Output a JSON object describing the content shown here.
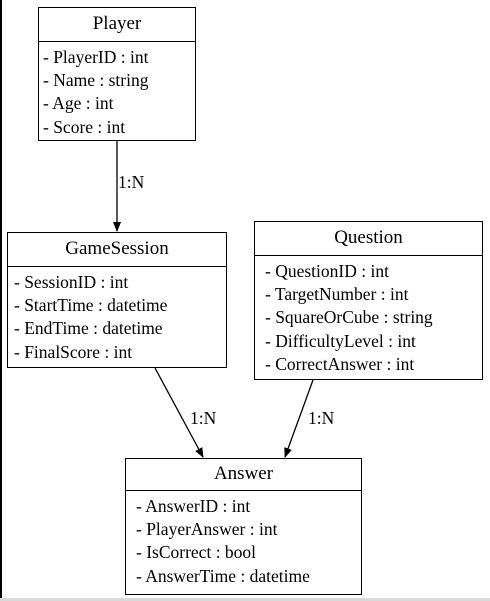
{
  "entities": {
    "player": {
      "title": "Player",
      "fields": [
        "- PlayerID : int",
        "- Name : string",
        "- Age : int",
        "- Score : int"
      ]
    },
    "gamesession": {
      "title": "GameSession",
      "fields": [
        "- SessionID : int",
        "- StartTime : datetime",
        "- EndTime : datetime",
        "- FinalScore : int"
      ]
    },
    "question": {
      "title": "Question",
      "fields": [
        "- QuestionID : int",
        "- TargetNumber : int",
        "- SquareOrCube : string",
        "- DifficultyLevel : int",
        "- CorrectAnswer : int"
      ]
    },
    "answer": {
      "title": "Answer",
      "fields": [
        "- AnswerID : int",
        "- PlayerAnswer : int",
        "- IsCorrect : bool",
        "- AnswerTime : datetime"
      ]
    }
  },
  "relationships": [
    {
      "from": "Player",
      "to": "GameSession",
      "label": "1:N"
    },
    {
      "from": "GameSession",
      "to": "Answer",
      "label": "1:N"
    },
    {
      "from": "Question",
      "to": "Answer",
      "label": "1:N"
    }
  ],
  "colors": {
    "line": "#000000",
    "background": "#ffffff",
    "frame_bottom": "#d9d9d9"
  }
}
